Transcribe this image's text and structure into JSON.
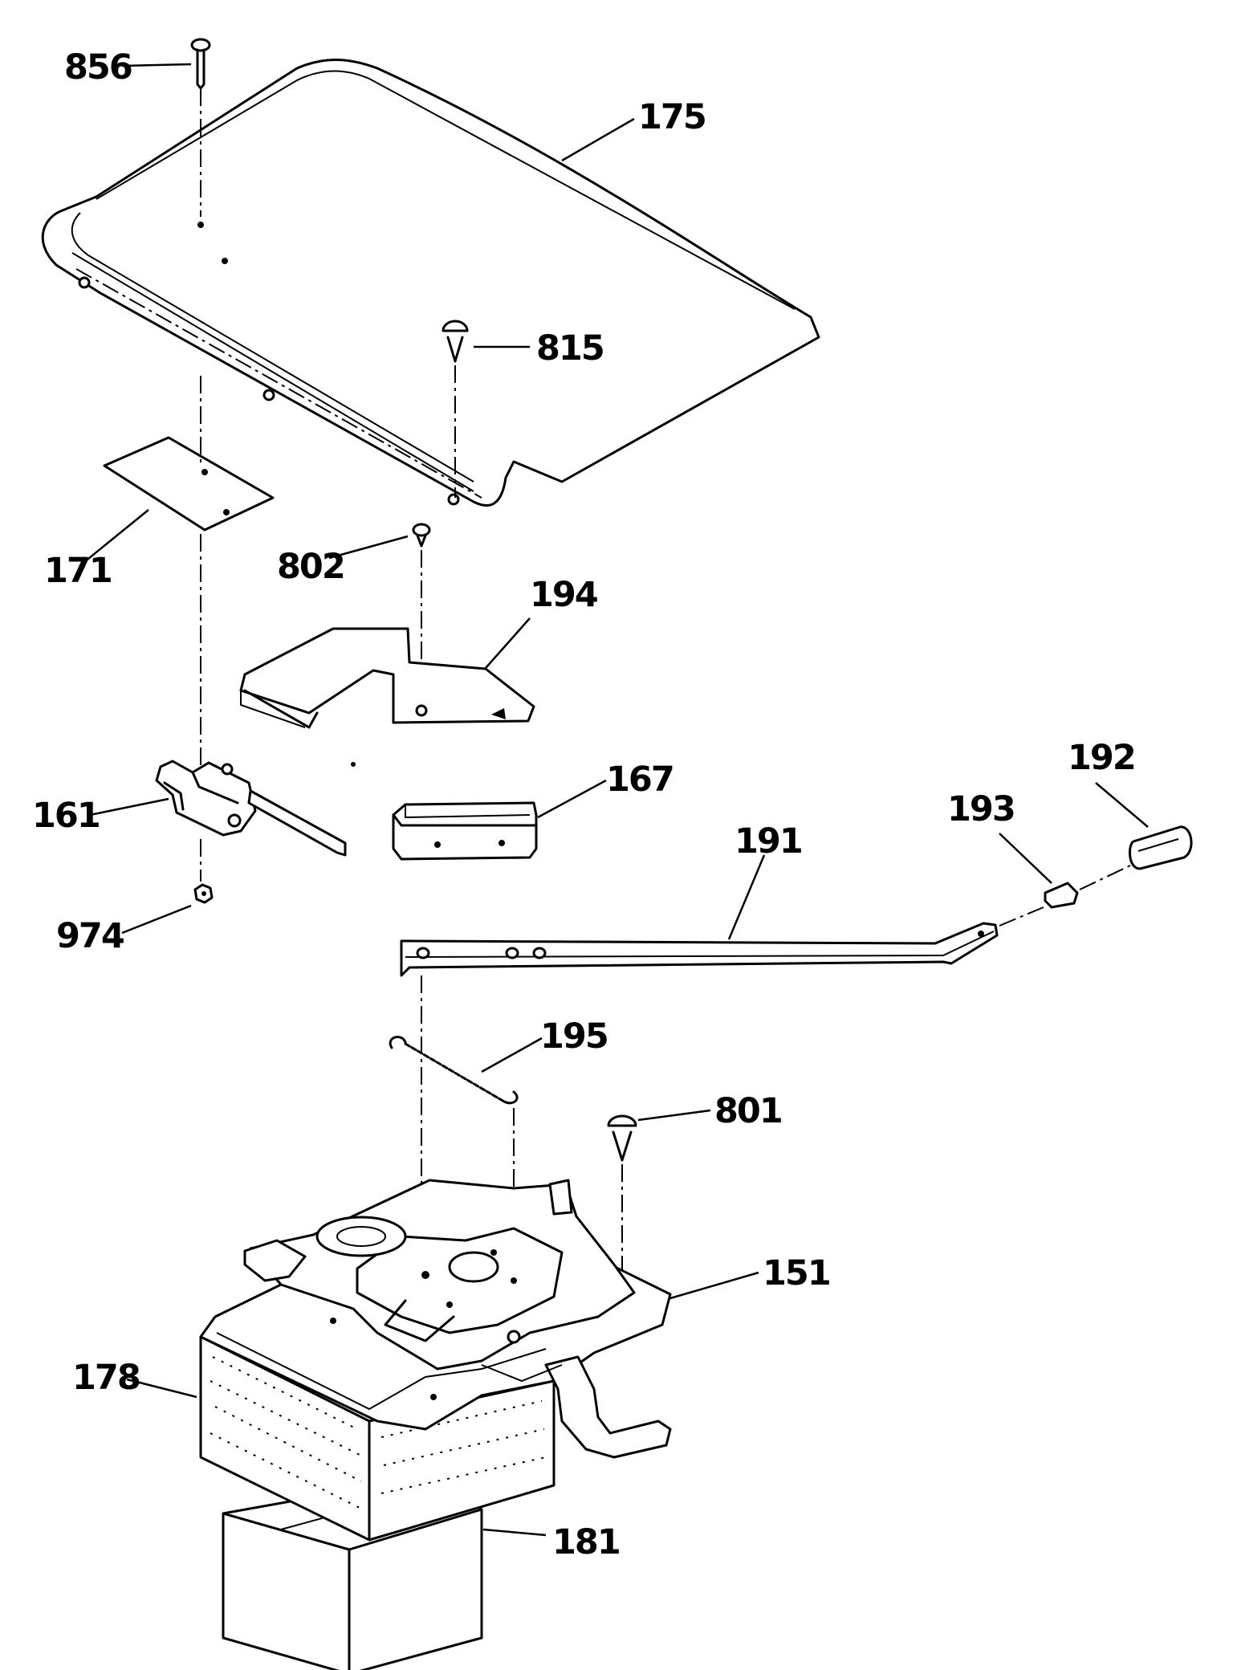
{
  "callouts": {
    "c856": "856",
    "c175": "175",
    "c815": "815",
    "c171": "171",
    "c802": "802",
    "c194": "194",
    "c192": "192",
    "c167": "167",
    "c161": "161",
    "c193": "193",
    "c191": "191",
    "c974": "974",
    "c195": "195",
    "c801": "801",
    "c151": "151",
    "c178": "178",
    "c181": "181"
  },
  "colors": {
    "line": "#000000",
    "background": "#ffffff"
  }
}
